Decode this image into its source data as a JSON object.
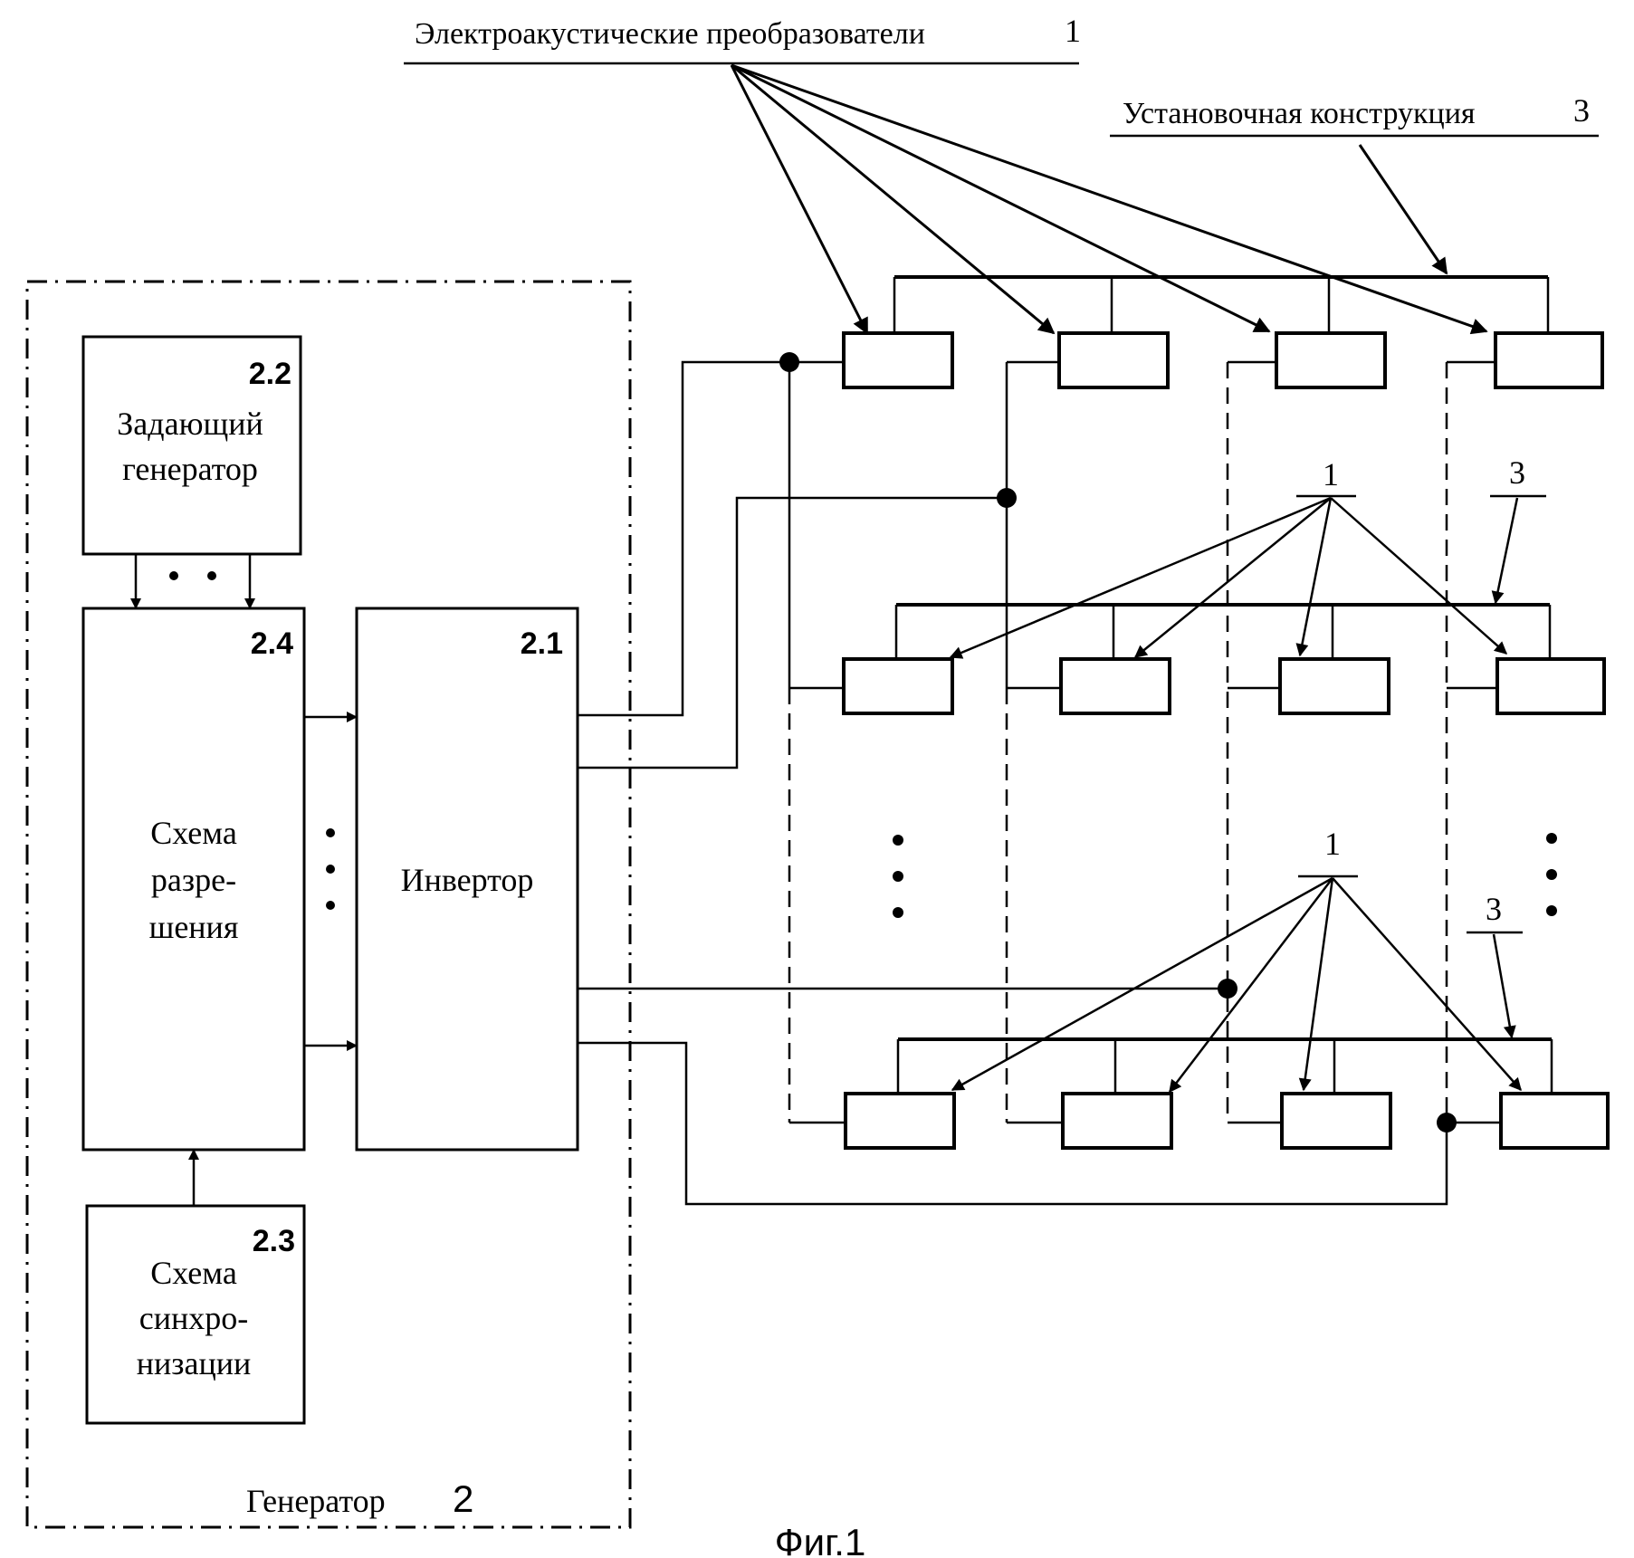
{
  "figure_caption": "Фиг.1",
  "top_labels": {
    "transducers": "Электроакустические преобразователи",
    "transducers_ref": "1",
    "mounting": "Установочная конструкция",
    "mounting_ref": "3"
  },
  "generator": {
    "label": "Генератор",
    "ref": "2",
    "blocks": {
      "master": {
        "ref": "2.2",
        "lines": [
          "Задающий",
          "генератор"
        ]
      },
      "enable": {
        "ref": "2.4",
        "lines": [
          "Схема",
          "разре-",
          "шения"
        ]
      },
      "inverter": {
        "ref": "2.1",
        "lines": [
          "Инвертор"
        ]
      },
      "sync": {
        "ref": "2.3",
        "lines": [
          "Схема",
          "синхро-",
          "низации"
        ]
      }
    }
  },
  "array_callouts": {
    "row2": {
      "transducer_ref": "1",
      "mount_ref": "3"
    },
    "row3": {
      "transducer_ref": "1",
      "mount_ref": "3"
    }
  }
}
